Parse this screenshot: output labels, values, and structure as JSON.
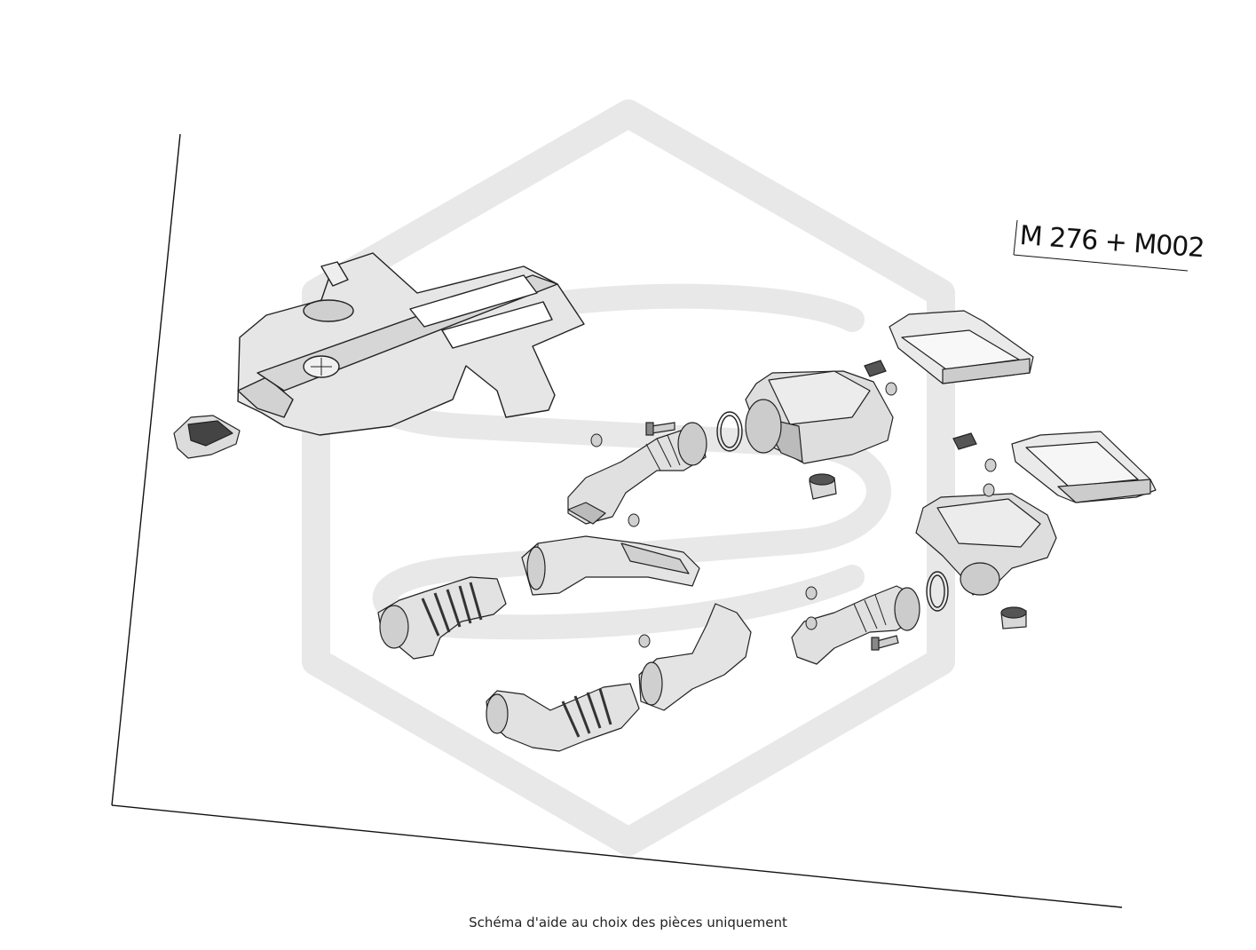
{
  "diagram": {
    "engine_code": "M 276 + M002",
    "caption": "Schéma d'aide au choix des pièces uniquement",
    "colors": {
      "watermark": "#e6e6e6",
      "line": "#222222",
      "part_fill": "#e4e4e4",
      "part_dark": "#555555"
    },
    "parts": [
      {
        "name": "engine-cover",
        "icon": "engine-cover-icon"
      },
      {
        "name": "cover-bracket",
        "icon": "bracket-icon"
      },
      {
        "name": "air-filter-element-upper",
        "icon": "air-filter-icon"
      },
      {
        "name": "air-filter-element-lower",
        "icon": "air-filter-icon"
      },
      {
        "name": "air-filter-housing-upper",
        "icon": "filter-housing-icon"
      },
      {
        "name": "air-filter-housing-lower",
        "icon": "filter-housing-icon"
      },
      {
        "name": "intake-hose-upper",
        "icon": "intake-hose-icon"
      },
      {
        "name": "intake-hose-lower",
        "icon": "intake-hose-icon"
      },
      {
        "name": "intake-duct-left",
        "icon": "bellows-duct-icon"
      },
      {
        "name": "intake-duct-middle",
        "icon": "air-duct-icon"
      },
      {
        "name": "intake-duct-bottom",
        "icon": "bellows-duct-icon"
      },
      {
        "name": "intake-duct-right",
        "icon": "air-duct-icon"
      },
      {
        "name": "seal-ring-upper",
        "icon": "o-ring-icon"
      },
      {
        "name": "seal-ring-lower",
        "icon": "o-ring-icon"
      },
      {
        "name": "rubber-mount-upper",
        "icon": "rubber-mount-icon"
      },
      {
        "name": "rubber-mount-lower",
        "icon": "rubber-mount-icon"
      },
      {
        "name": "sensor-upper",
        "icon": "sensor-icon"
      },
      {
        "name": "sensor-lower",
        "icon": "sensor-icon"
      },
      {
        "name": "bolt-upper",
        "icon": "bolt-icon"
      },
      {
        "name": "bolt-lower",
        "icon": "bolt-icon"
      }
    ]
  }
}
